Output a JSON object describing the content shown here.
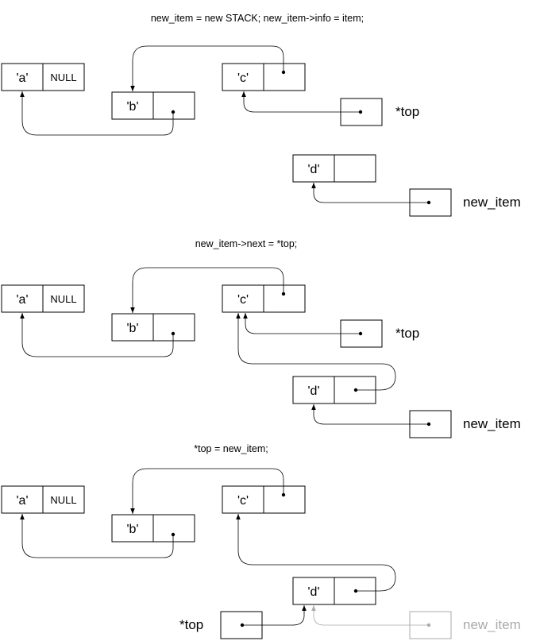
{
  "panels": [
    {
      "caption": "new_item = new STACK; new_item->info = item;",
      "nodes": {
        "a": "'a'",
        "a_next": "NULL",
        "b": "'b'",
        "c": "'c'",
        "d": "'d'"
      },
      "pointers": {
        "top": "*top",
        "new_item": "new_item"
      }
    },
    {
      "caption": "new_item->next = *top;",
      "nodes": {
        "a": "'a'",
        "a_next": "NULL",
        "b": "'b'",
        "c": "'c'",
        "d": "'d'"
      },
      "pointers": {
        "top": "*top",
        "new_item": "new_item"
      }
    },
    {
      "caption": "*top = new_item;",
      "nodes": {
        "a": "'a'",
        "a_next": "NULL",
        "b": "'b'",
        "c": "'c'",
        "d": "'d'"
      },
      "pointers": {
        "top": "*top",
        "new_item": "new_item"
      }
    }
  ],
  "colors": {
    "ink": "#000000",
    "faded": "#aaaaaa"
  }
}
